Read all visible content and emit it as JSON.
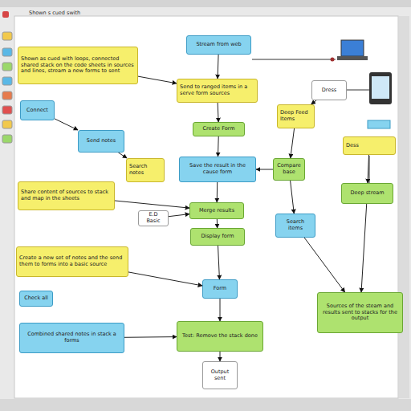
{
  "diagram": {
    "nodes": [
      {
        "text": [
          "Stream from web"
        ]
      },
      {
        "text": [
          "Shown as cued with loops, connected shared stack on the code sheets in sources and lines, stream a new forms to sent"
        ]
      },
      {
        "text": [
          "Send to ranged items in a serve form sources"
        ]
      },
      {
        "text": [
          "Dress"
        ]
      },
      {
        "text": [
          "Connect"
        ]
      },
      {
        "text": [
          "Deep Feed Items"
        ]
      },
      {
        "text": [
          "Create Form"
        ]
      },
      {
        "text": [
          "Send notes"
        ]
      },
      {
        "text": [
          "Dess"
        ]
      },
      {
        "text": [
          "Save the result in the cause form"
        ]
      },
      {
        "text": [
          "Search notes"
        ]
      },
      {
        "text": [
          "Compare base"
        ]
      },
      {
        "text": [
          "Share content of sources to stack and map in the sheets"
        ]
      },
      {
        "text": [
          "Deep stream"
        ]
      },
      {
        "text": [
          "Merge results"
        ]
      },
      {
        "text": [
          "E.D Basic"
        ]
      },
      {
        "text": [
          "Search items"
        ]
      },
      {
        "text": [
          "Display form"
        ]
      },
      {
        "text": [
          "Create a new set of notes and the send them to forms into a basic source"
        ]
      },
      {
        "text": [
          "Form"
        ]
      },
      {
        "text": [
          "Check all"
        ]
      },
      {
        "text": [
          "Sources of the steam and results sent to stacks for the output"
        ]
      },
      {
        "text": [
          "Test: Remove the stack done"
        ]
      },
      {
        "text": [
          "Combined shared notes in stack a forms"
        ]
      },
      {
        "text": [
          "Output sent"
        ]
      }
    ],
    "edges": [
      {
        "from": 0,
        "to": 2,
        "arrow": "to"
      },
      {
        "from": 1,
        "to": 2,
        "arrow": "to"
      },
      {
        "from": 2,
        "to": 6,
        "arrow": "to"
      },
      {
        "from": 6,
        "to": 9,
        "arrow": "to"
      },
      {
        "from": 9,
        "to": 14,
        "arrow": "to"
      },
      {
        "from": 14,
        "to": 17,
        "arrow": "to"
      },
      {
        "from": 17,
        "to": 19,
        "arrow": "to"
      },
      {
        "from": 19,
        "to": 22,
        "arrow": "to"
      },
      {
        "from": 22,
        "to": 24,
        "arrow": "to"
      },
      {
        "from": 4,
        "to": 7,
        "arrow": "to"
      },
      {
        "from": 7,
        "to": 10,
        "arrow": "to"
      },
      {
        "from": 5,
        "to": 11,
        "arrow": "to"
      },
      {
        "from": 11,
        "to": 9,
        "arrow": "to"
      },
      {
        "from": 8,
        "to": 13,
        "arrow": "to"
      },
      {
        "from": 13,
        "to": 21,
        "arrow": "to"
      },
      {
        "from": 16,
        "to": 21,
        "arrow": "to"
      },
      {
        "from": 18,
        "to": 19,
        "arrow": "to"
      },
      {
        "from": 12,
        "to": 14,
        "arrow": "to"
      },
      {
        "from": 11,
        "to": 16,
        "arrow": "to"
      },
      {
        "from": 23,
        "to": 22,
        "arrow": "to"
      },
      {
        "from": 3,
        "to": 5,
        "arrow": "to"
      },
      {
        "from": 15,
        "to": 14,
        "arrow": "to"
      }
    ],
    "labels": [
      "Shown s cued swith"
    ]
  }
}
